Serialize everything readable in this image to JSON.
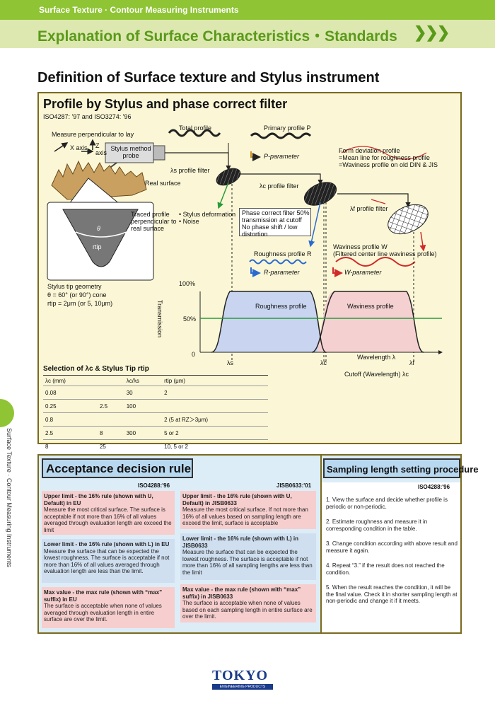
{
  "header": {
    "section": "Surface Texture · Contour Measuring Instruments",
    "title": "Explanation of Surface Characteristics・Standards",
    "chevrons": "❯❯❯"
  },
  "heading": "Definition of Surface texture and Stylus instrument",
  "profile": {
    "title": "Profile by Stylus and phase correct filter",
    "subtitle": "ISO4287: '97 and ISO3274: '96",
    "labels": {
      "measure": "Measure perpendicular to lay",
      "x_axis": "X axis",
      "z_axis": "Z axis",
      "probe": "Stylus method probe",
      "total": "Total profile",
      "primary": "Primary profile P",
      "p_param": "P-parameter",
      "ls_filter": "λs profile filter",
      "lc_filter": "λc profile filter",
      "lf_filter": "λf profile filter",
      "real_surface": "Real surface",
      "traced": "Traced profile perpendicular to real surface",
      "stylus_def": "• Stylus deformation",
      "noise": "• Noise",
      "form_dev": "Form deviation profile",
      "form_dev2": "=Mean line for roughness profile",
      "form_dev3": "=Waviness profile on old DIN & JIS",
      "phase1": "Phase correct filter 50%",
      "phase2": "transmission at cutoff",
      "phase3": "No phase shift / low",
      "phase4": "distortion",
      "rough": "Roughness profile R",
      "r_param": "R-parameter",
      "wavi": "Waviness profile W",
      "wavi2": "(Filtered center line waviness profile)",
      "w_param": "W-parameter",
      "tip1": "Stylus tip geometry",
      "tip2": "θ = 60° (or 90°) cone",
      "tip3": "rtip = 2μm (or 5, 10μm)",
      "theta": "θ",
      "rtip": "rtip"
    }
  },
  "chart_data": {
    "type": "area",
    "ylabel": "Transmission",
    "yticks": [
      "100%",
      "50%",
      "0"
    ],
    "xlabel": "Wavelength λ",
    "xmarks": [
      "λs",
      "λc",
      "λf"
    ],
    "regions": [
      "Roughness profile",
      "Waviness profile"
    ],
    "cutoff": "Cutoff (Wavelength) λc",
    "colors": {
      "roughness": "#c8d4f0",
      "waviness": "#f4d0d0",
      "line50": "#2a9a3a"
    }
  },
  "selection": {
    "title": "Selection of λc & Stylus Tip rtip",
    "headers": [
      "λc (mm)",
      "",
      "λc/λs",
      "rtip (μm)"
    ],
    "rows": [
      [
        "0.08",
        "",
        "30",
        "2"
      ],
      [
        "0.25",
        "2.5",
        "100",
        ""
      ],
      [
        "0.8",
        "",
        "",
        "2 (5 at RZ＞3μm)"
      ],
      [
        "2.5",
        "8",
        "300",
        "5 or 2"
      ],
      [
        "8",
        "25",
        "",
        "10, 5 or 2"
      ]
    ]
  },
  "acceptance": {
    "title": "Acceptance decision rule",
    "std1": "ISO4288:'96",
    "std2": "JISB0633:'01",
    "eu": [
      {
        "t": "Upper limit - the 16% rule (shown with U, Default) in EU",
        "b": "Measure the most critical surface. The surface is acceptable if not more than 16% of all values averaged through evaluation length are exceed the limit"
      },
      {
        "t": "Lower limit - the 16% rule (shown with L) in EU",
        "b": "Measure the surface that can be expected the lowest roughness. The surface is acceptable if not more than 16% of all values averaged through evaluation length are less than the limit."
      },
      {
        "t": "Max value - the max rule (shown with “max” suffix) in EU",
        "b": "The surface is acceptable when none of values averaged through evaluation length in entire surface are over the limit."
      }
    ],
    "jis": [
      {
        "t": "Upper limit - the 16% rule (shown with U, Default) in JISB0633",
        "b": "Measure the most critical surface. If not more than 16% of all values based on sampling length are exceed the limit, surface is acceptable"
      },
      {
        "t": "Lower limit - the 16% rule (shown with L) in JISB0633",
        "b": "Measure the surface that can be expected the lowest roughness. The surface is acceptable if not more than 16% of all sampling lengths are less than the limit"
      },
      {
        "t": "Max value - the max rule (shown with “max” suffix) in JISB0633",
        "b": "The surface is acceptable when none of values based on each sampling length in entire surface are over the limit."
      }
    ]
  },
  "sampling": {
    "title": "Sampling length setting procedure",
    "std": "ISO4288:'96",
    "steps": [
      "1. View the surface and decide whether profile is periodic or non-periodic.",
      "2. Estimate roughness and measure it in corresponding condition in the table.",
      "3. Change condition according with above result and measure it again.",
      "4. Repeat “3.” if the result does not reached the condition.",
      "5. When the result reaches the condition, it will be the final value. Check it in shorter sampling length at non-periodic and change it if it meets."
    ]
  },
  "side_text": "Surface Texture · Contour Measuring Instruments",
  "logo": {
    "name": "TOKYO",
    "sub": "ENGINEERING PRODUCTS"
  }
}
